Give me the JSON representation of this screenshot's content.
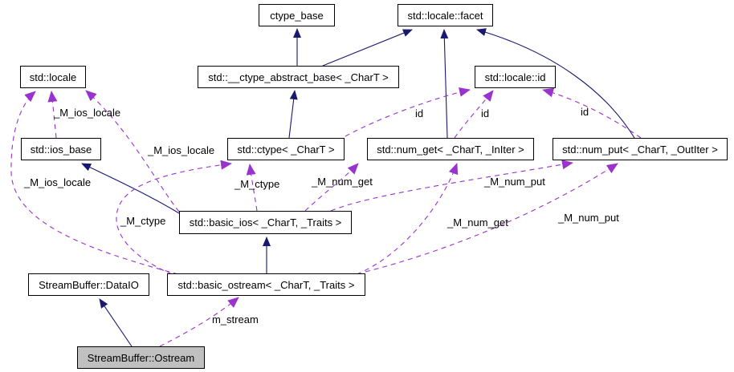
{
  "diagram": {
    "title": "StreamBuffer::Ostream collaboration diagram",
    "colors": {
      "inheritance_edge": "#191970",
      "usage_edge": "#9a32cd",
      "node_border": "#000000",
      "node_fill": "#ffffff",
      "focus_node_fill": "#c0c0c0",
      "background": "#ffffff"
    },
    "nodes": [
      {
        "id": "ctype_base",
        "label": "ctype_base"
      },
      {
        "id": "locale_facet",
        "label": "std::locale::facet"
      },
      {
        "id": "locale",
        "label": "std::locale"
      },
      {
        "id": "ctype_abstract_base",
        "label": "std::__ctype_abstract_base< _CharT >"
      },
      {
        "id": "locale_id",
        "label": "std::locale::id"
      },
      {
        "id": "ios_base",
        "label": "std::ios_base"
      },
      {
        "id": "ctype",
        "label": "std::ctype< _CharT >"
      },
      {
        "id": "num_get",
        "label": "std::num_get< _CharT, _InIter >"
      },
      {
        "id": "num_put",
        "label": "std::num_put< _CharT, _OutIter >"
      },
      {
        "id": "basic_ios",
        "label": "std::basic_ios< _CharT, _Traits >"
      },
      {
        "id": "dataio",
        "label": "StreamBuffer::DataIO"
      },
      {
        "id": "basic_ostream",
        "label": "std::basic_ostream< _CharT, _Traits >"
      },
      {
        "id": "ostream",
        "label": "StreamBuffer::Ostream"
      }
    ],
    "edge_labels": [
      {
        "text": "_M_ios_locale"
      },
      {
        "text": "_M_ios_locale"
      },
      {
        "text": "_M_ios_locale"
      },
      {
        "text": "_M_ctype"
      },
      {
        "text": "_M_ctype"
      },
      {
        "text": "_M_num_get"
      },
      {
        "text": "_M_num_get"
      },
      {
        "text": "_M_num_put"
      },
      {
        "text": "_M_num_put"
      },
      {
        "text": "id"
      },
      {
        "text": "id"
      },
      {
        "text": "id"
      },
      {
        "text": "m_stream"
      }
    ],
    "edges": [
      {
        "type": "inheritance",
        "from": "ctype_abstract_base",
        "to": "ctype_base"
      },
      {
        "type": "inheritance",
        "from": "ctype_abstract_base",
        "to": "locale_facet"
      },
      {
        "type": "inheritance",
        "from": "num_get",
        "to": "locale_facet"
      },
      {
        "type": "inheritance",
        "from": "num_put",
        "to": "locale_facet"
      },
      {
        "type": "inheritance",
        "from": "ctype",
        "to": "ctype_abstract_base"
      },
      {
        "type": "inheritance",
        "from": "basic_ios",
        "to": "ios_base"
      },
      {
        "type": "inheritance",
        "from": "basic_ostream",
        "to": "basic_ios"
      },
      {
        "type": "inheritance",
        "from": "ostream",
        "to": "dataio"
      },
      {
        "type": "usage",
        "from": "ios_base",
        "to": "locale",
        "label": "_M_ios_locale"
      },
      {
        "type": "usage",
        "from": "basic_ios",
        "to": "locale",
        "label": "_M_ios_locale"
      },
      {
        "type": "usage",
        "from": "basic_ostream",
        "to": "locale",
        "label": "_M_ios_locale"
      },
      {
        "type": "usage",
        "from": "basic_ios",
        "to": "ctype",
        "label": "_M_ctype"
      },
      {
        "type": "usage",
        "from": "basic_ostream",
        "to": "ctype",
        "label": "_M_ctype"
      },
      {
        "type": "usage",
        "from": "basic_ios",
        "to": "num_get",
        "label": "_M_num_get"
      },
      {
        "type": "usage",
        "from": "basic_ostream",
        "to": "num_get",
        "label": "_M_num_get"
      },
      {
        "type": "usage",
        "from": "basic_ios",
        "to": "num_put",
        "label": "_M_num_put"
      },
      {
        "type": "usage",
        "from": "basic_ostream",
        "to": "num_put",
        "label": "_M_num_put"
      },
      {
        "type": "usage",
        "from": "ctype",
        "to": "locale_id",
        "label": "id"
      },
      {
        "type": "usage",
        "from": "num_get",
        "to": "locale_id",
        "label": "id"
      },
      {
        "type": "usage",
        "from": "num_put",
        "to": "locale_id",
        "label": "id"
      },
      {
        "type": "usage",
        "from": "ostream",
        "to": "basic_ostream",
        "label": "m_stream"
      }
    ]
  }
}
